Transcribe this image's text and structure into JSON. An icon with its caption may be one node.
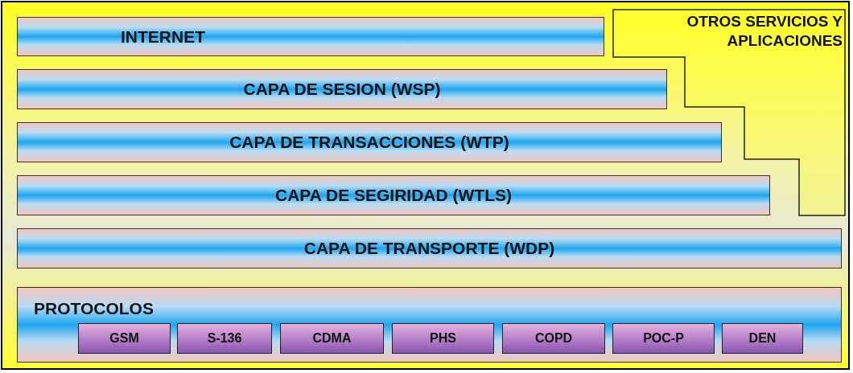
{
  "diagram": {
    "nodes": [
      {
        "text": [
          "INTERNET"
        ]
      },
      {
        "text": [
          "OTROS SERVICIOS Y APLICACIONES"
        ]
      },
      {
        "text": [
          "CAPA DE SESION (WSP)"
        ]
      },
      {
        "text": [
          "CAPA DE TRANSACCIONES (WTP)"
        ]
      },
      {
        "text": [
          "CAPA DE SEGIRIDAD (WTLS)"
        ]
      },
      {
        "text": [
          "CAPA DE TRANSPORTE (WDP)"
        ]
      },
      {
        "text": [
          "PROTOCOLOS"
        ]
      },
      {
        "text": [
          "GSM"
        ],
        "in": 6
      },
      {
        "text": [
          "S-136"
        ],
        "in": 6
      },
      {
        "text": [
          "CDMA"
        ],
        "in": 6
      },
      {
        "text": [
          "PHS"
        ],
        "in": 6
      },
      {
        "text": [
          "COPD"
        ],
        "in": 6
      },
      {
        "text": [
          "POC-P"
        ],
        "in": 6
      },
      {
        "text": [
          "DEN"
        ],
        "in": 6
      }
    ]
  }
}
